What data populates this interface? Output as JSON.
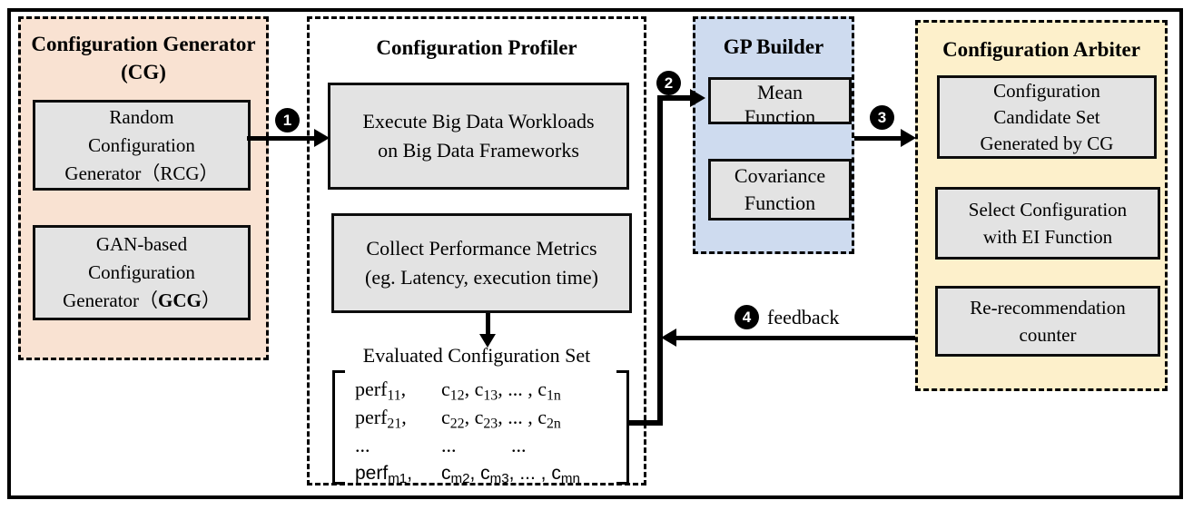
{
  "components": {
    "cg": {
      "title": "Configuration Generator",
      "subtitle": "(CG)",
      "rcg_box": "Random\nConfiguration\nGenerator（RCG）",
      "gcg_lines": "GAN-based\nConfiguration",
      "gcg_line3_pre": "Generator（",
      "gcg_bold": "GCG",
      "gcg_line3_post": "）"
    },
    "profiler": {
      "title": "Configuration Profiler",
      "execute_box": "Execute Big Data Workloads\non Big Data Frameworks",
      "collect_box": "Collect Performance Metrics\n(eg. Latency, execution time)",
      "evaluated_label": "Evaluated Configuration Set",
      "matrix_rows": [
        {
          "font": "serif",
          "cells": [
            "perf_{11},",
            "c_{12}, c_{13}, ... , c_{1n}"
          ]
        },
        {
          "font": "serif",
          "cells": [
            "perf_{21},",
            "c_{22}, c_{23}, ... , c_{2n}"
          ]
        },
        {
          "font": "serif",
          "cells": [
            "...",
            "...",
            "..."
          ]
        },
        {
          "font": "sans",
          "cells": [
            "perf_{m1},",
            "c_{m2}, c_{m3}, ... , c_{mn}"
          ]
        }
      ]
    },
    "gp": {
      "title": "GP Builder",
      "mean_box": "Mean\nFunction",
      "covariance_box": "Covariance\nFunction"
    },
    "arbiter": {
      "title": "Configuration Arbiter",
      "candidate_box": "Configuration\nCandidate Set\nGenerated by CG",
      "select_box": "Select Configuration\nwith EI Function",
      "counter_box": "Re-recommendation\ncounter"
    }
  },
  "arrows": {
    "step1": "1",
    "step2": "2",
    "step3": "3",
    "step4": "4",
    "feedback_label": "feedback"
  },
  "colors": {
    "cg_bg": "#f9e2d2",
    "gp_bg": "#cedbef",
    "arbiter_bg": "#fdf0cb",
    "inner_box_bg": "#e3e3e3"
  }
}
